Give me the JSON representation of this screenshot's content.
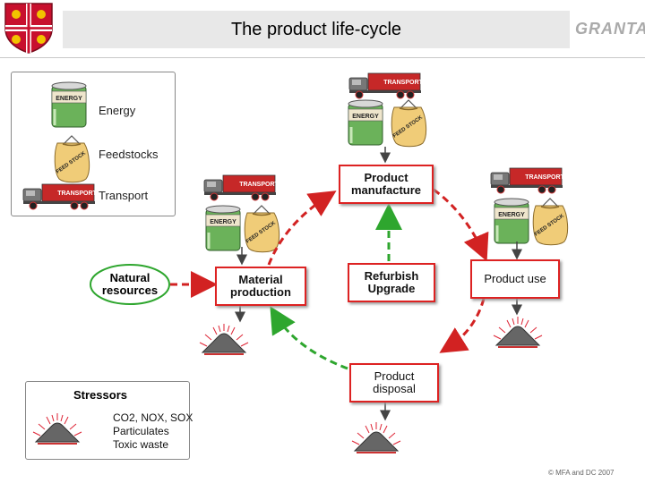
{
  "header": {
    "title": "The product life-cycle",
    "brand": "GRANTA"
  },
  "legend": {
    "energy": "Energy",
    "feedstocks": "Feedstocks",
    "transport": "Transport"
  },
  "icons": {
    "energy_label": "ENERGY",
    "feedstock_label": "FEED STOCK",
    "transport_label": "TRANSPORT"
  },
  "nodes": {
    "natural": "Natural resources",
    "material": "Material production",
    "manufacture": "Product manufacture",
    "use": "Product use",
    "disposal": "Product disposal",
    "refurbish": "Refurbish Upgrade"
  },
  "stressors": {
    "title": "Stressors",
    "line1": "CO2, NOX, SOX",
    "line2": "Particulates",
    "line3": "Toxic waste"
  },
  "footer": "© MFA and DC 2007",
  "colors": {
    "red": "#d22222",
    "green": "#2ea62e",
    "title_bg": "#e8e8e8"
  }
}
